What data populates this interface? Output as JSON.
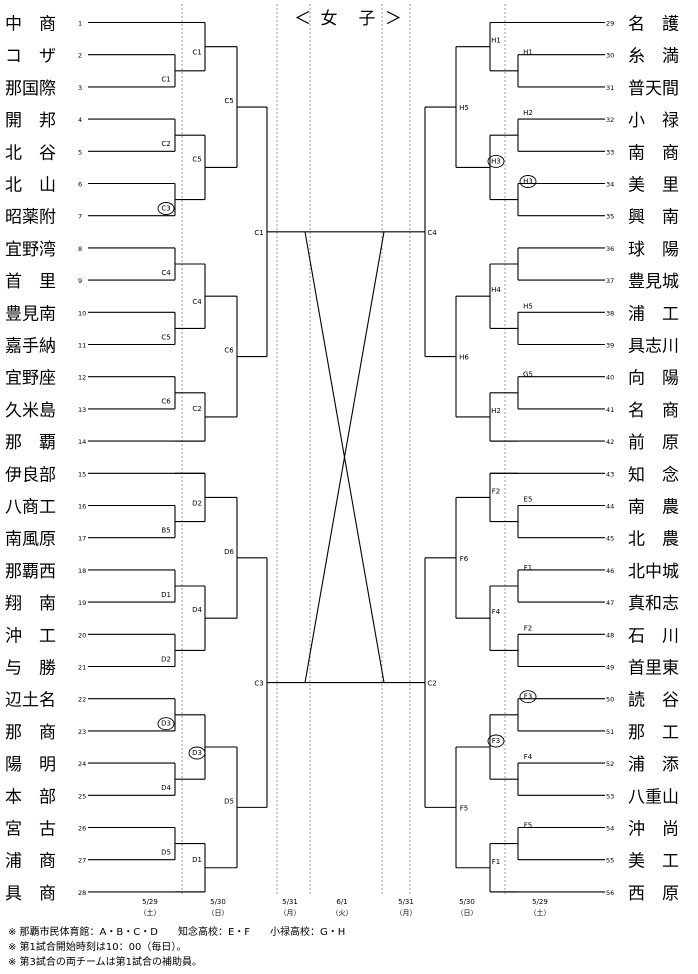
{
  "title": "＜ 女　子 ＞",
  "left_teams": [
    "中　商",
    "コ　ザ",
    "那国際",
    "開　邦",
    "北　谷",
    "北　山",
    "昭薬附",
    "宜野湾",
    "首　里",
    "豊見南",
    "嘉手納",
    "宜野座",
    "久米島",
    "那　覇",
    "伊良部",
    "八商工",
    "南風原",
    "那覇西",
    "翔　南",
    "沖　工",
    "与　勝",
    "辺土名",
    "那　商",
    "陽　明",
    "本　部",
    "宮　古",
    "浦　商",
    "具　商"
  ],
  "right_teams": [
    "名　護",
    "糸　満",
    "普天間",
    "小　禄",
    "南　商",
    "美　里",
    "興　南",
    "球　陽",
    "豊見城",
    "浦　工",
    "具志川",
    "向　陽",
    "名　商",
    "前　原",
    "知　念",
    "南　農",
    "北　農",
    "北中城",
    "真和志",
    "石　川",
    "首里東",
    "読　谷",
    "那　工",
    "浦　添",
    "八重山",
    "沖　尚",
    "美　工",
    "西　原"
  ],
  "left_numbers": [
    "1",
    "2",
    "3",
    "4",
    "5",
    "6",
    "7",
    "8",
    "9",
    "10",
    "11",
    "12",
    "13",
    "14",
    "15",
    "16",
    "17",
    "18",
    "19",
    "20",
    "21",
    "22",
    "23",
    "24",
    "25",
    "26",
    "27",
    "28"
  ],
  "right_numbers": [
    "29",
    "30",
    "31",
    "32",
    "33",
    "34",
    "35",
    "36",
    "37",
    "38",
    "39",
    "40",
    "41",
    "42",
    "43",
    "44",
    "45",
    "46",
    "47",
    "48",
    "49",
    "50",
    "51",
    "52",
    "53",
    "54",
    "55",
    "56"
  ],
  "venues": {
    "r1_left": [
      "C1",
      "C2",
      "C3",
      "C4",
      "C5",
      "C6",
      "B5",
      "D1",
      "D2",
      "D3",
      "D4",
      "D5"
    ],
    "r2_left": [
      "C1",
      "C5",
      "C4",
      "C2",
      "D2",
      "D4",
      "D3",
      "D1"
    ],
    "r3_left": [
      "C5",
      "C6",
      "D6",
      "D5"
    ],
    "r4_left": [
      "C1",
      "C3"
    ],
    "r1_right": [
      "H1",
      "H2",
      "H3",
      "H5",
      "G5",
      "E5",
      "F1",
      "F2",
      "F3",
      "F4",
      "F5"
    ],
    "r2_right": [
      "H1",
      "H3",
      "H4",
      "H2",
      "F2",
      "F4",
      "F3",
      "F1"
    ],
    "r3_right": [
      "H5",
      "H6",
      "F6",
      "F5"
    ],
    "r4_right": [
      "C4",
      "C2"
    ]
  },
  "circled_venues": [
    "C3",
    "C3",
    "D3",
    "D3",
    "H3",
    "H3",
    "F3",
    "F3"
  ],
  "dates": [
    {
      "date": "5/29",
      "day": "（土）"
    },
    {
      "date": "5/30",
      "day": "（日）"
    },
    {
      "date": "5/31",
      "day": "（月）"
    },
    {
      "date": "6/1",
      "day": "（火）"
    },
    {
      "date": "5/31",
      "day": "（月）"
    },
    {
      "date": "5/30",
      "day": "（日）"
    },
    {
      "date": "5/29",
      "day": "（土）"
    }
  ],
  "notes": [
    "※ 那覇市民体育館：A・B・C・D　　知念高校：E・F　　小禄高校：G・H",
    "※ 第1試合開始時刻は10：00（毎日）。",
    "※ 第3試合の両チームは第1試合の補助員。"
  ]
}
